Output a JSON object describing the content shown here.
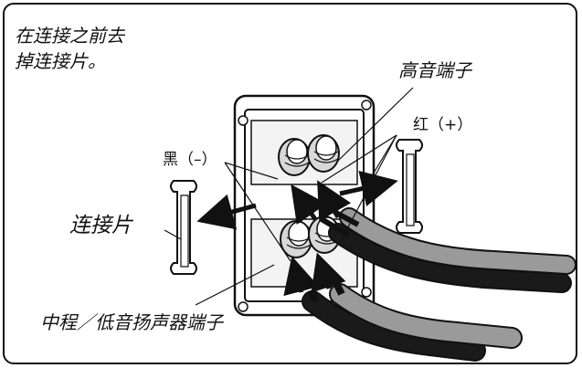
{
  "instruction": {
    "line1": "在连接之前去",
    "line2": "掉连接片。"
  },
  "labels": {
    "tweeter_terminal": "高音端子",
    "red_plus": "红（+）",
    "black_minus": "黑（–）",
    "connecting_bar": "连接片",
    "midrange_woofer_terminal": "中程／低音扬声器端子"
  },
  "colors": {
    "line": "#111111",
    "cable_black": "#1a1a1a",
    "cable_grey": "#9a9a9a",
    "terminal_grey": "#d8d8d8",
    "plate_fill": "#ffffff"
  }
}
